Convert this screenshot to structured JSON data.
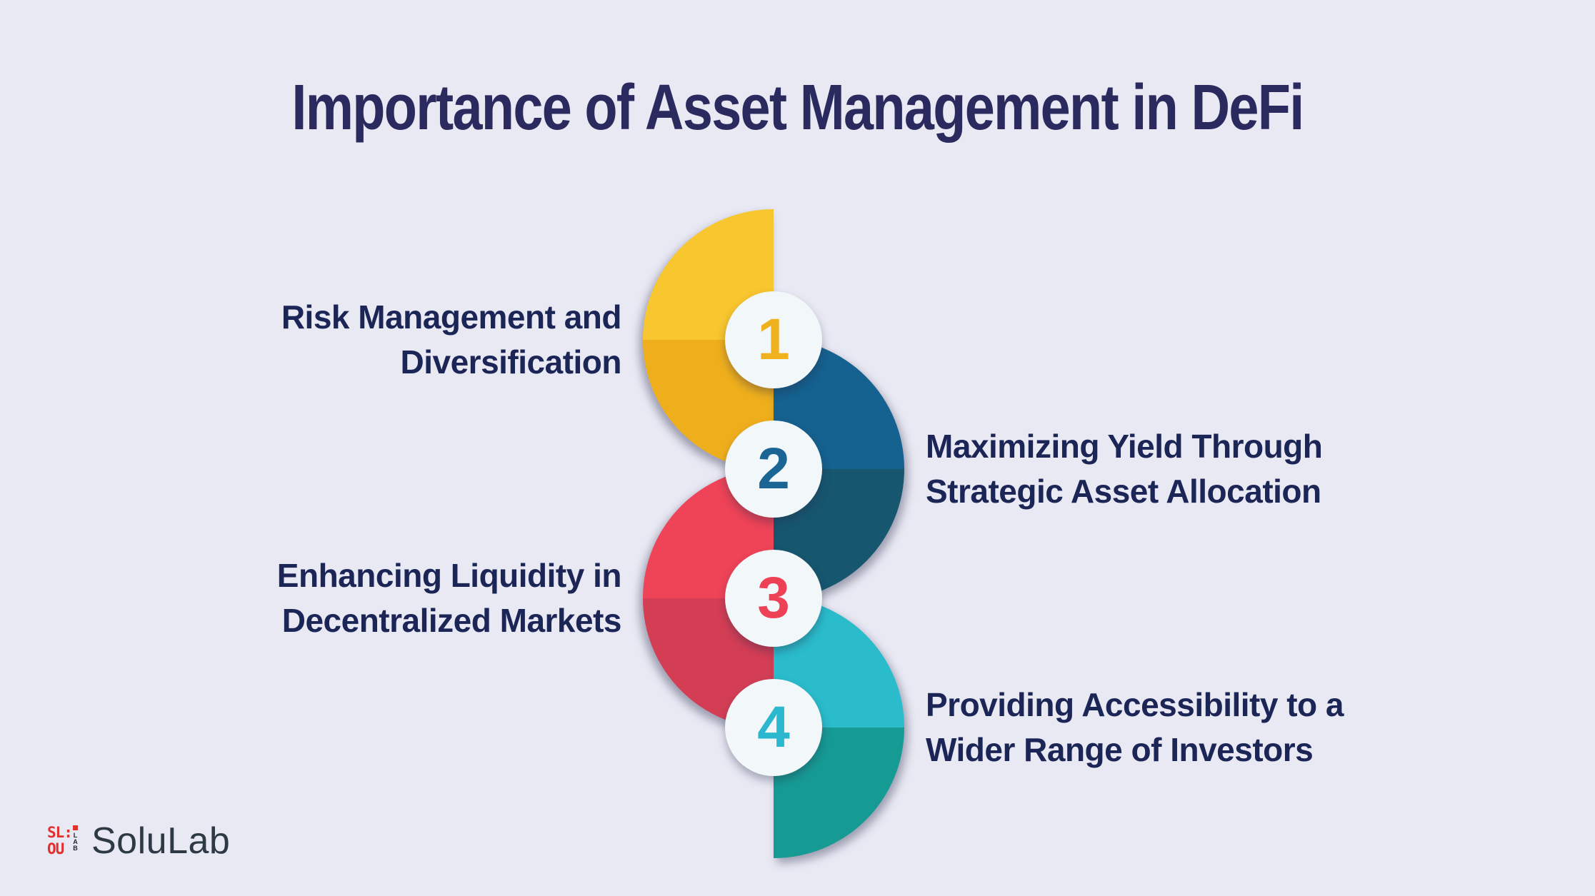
{
  "background_color": "#E9E9F4",
  "title": {
    "text": "Importance of Asset Management in DeFi",
    "color": "#2B2A5E"
  },
  "label_color": "#1B2556",
  "circle_fill": "#F2F7F9",
  "steps": [
    {
      "number": "1",
      "side": "left",
      "label_lines": [
        "Risk Management and",
        "Diversification"
      ],
      "color_top": "#F8C62E",
      "color_bottom": "#EFAF1D",
      "number_color": "#EFB21E"
    },
    {
      "number": "2",
      "side": "right",
      "label_lines": [
        "Maximizing Yield Through",
        "Strategic Asset Allocation"
      ],
      "color_top": "#15618F",
      "color_bottom": "#17566F",
      "number_color": "#1A6593"
    },
    {
      "number": "3",
      "side": "left",
      "label_lines": [
        "Enhancing Liquidity in",
        "Decentralized Markets"
      ],
      "color_top": "#EF4358",
      "color_bottom": "#D43E55",
      "number_color": "#EE4156"
    },
    {
      "number": "4",
      "side": "right",
      "label_lines": [
        "Providing Accessibility to a",
        "Wider Range of Investors"
      ],
      "color_top": "#2ABCCB",
      "color_bottom": "#169B94",
      "number_color": "#2BB7CE"
    }
  ],
  "logo": {
    "text": "SoluLab",
    "icon_top": "SL:",
    "icon_bottom": "OU",
    "icon_side": "LAB",
    "icon_color": "#E0312F",
    "text_color": "#2D3944"
  }
}
